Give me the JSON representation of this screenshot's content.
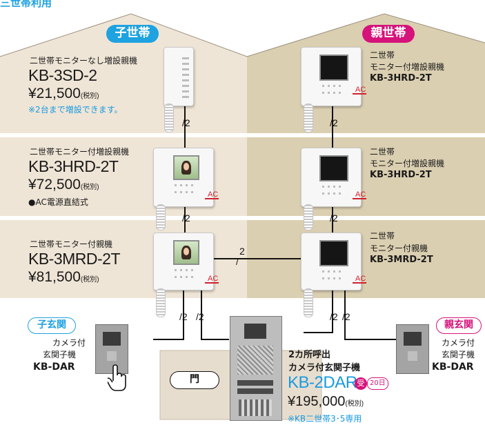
{
  "header": {
    "text": "三世帯利用"
  },
  "sections": {
    "child": {
      "label": "子世帯",
      "color": "#1ea2e0"
    },
    "parent": {
      "label": "親世帯",
      "color": "#d5137a"
    }
  },
  "left_units": [
    {
      "name": "二世帯モニターなし増設親機",
      "model": "KB-3SD-2",
      "price": "¥21,500",
      "tax": "(税別)",
      "note": "※2台まで増設できます。"
    },
    {
      "name": "二世帯モニター付増設親機",
      "model": "KB-3HRD-2T",
      "price": "¥72,500",
      "tax": "(税別)",
      "note": "●AC電源直結式"
    },
    {
      "name": "二世帯モニター付親機",
      "model": "KB-3MRD-2T",
      "price": "¥81,500",
      "tax": "(税別)"
    }
  ],
  "right_units": [
    {
      "line1": "二世帯",
      "line2": "モニター付増設親機",
      "model": "KB-3HRD-2T"
    },
    {
      "line1": "二世帯",
      "line2": "モニター付増設親機",
      "model": "KB-3HRD-2T"
    },
    {
      "line1": "二世帯",
      "line2": "モニター付親機",
      "model": "KB-3MRD-2T"
    }
  ],
  "wire_labels": {
    "two": "2",
    "slash_two": "/2"
  },
  "ac_label": "AC",
  "entrances": {
    "child": {
      "tag": "子玄関",
      "line1": "カメラ付",
      "line2": "玄関子機",
      "model": "KB-DAR",
      "color": "#1ea2e0"
    },
    "parent": {
      "tag": "親玄関",
      "line1": "カメラ付",
      "line2": "玄関子機",
      "model": "KB-DAR",
      "color": "#d5137a"
    }
  },
  "gate": {
    "label": "門",
    "line1": "2カ所呼出",
    "line2": "カメラ付玄関子機",
    "model": "KB-2DAR",
    "badge": "受",
    "badge2": "20日",
    "price": "¥195,000",
    "tax": "(税別)",
    "note": "※KB二世帯3･5専用"
  },
  "icons": [
    "hand-pointer-icon",
    "ac-arrow-icon"
  ]
}
